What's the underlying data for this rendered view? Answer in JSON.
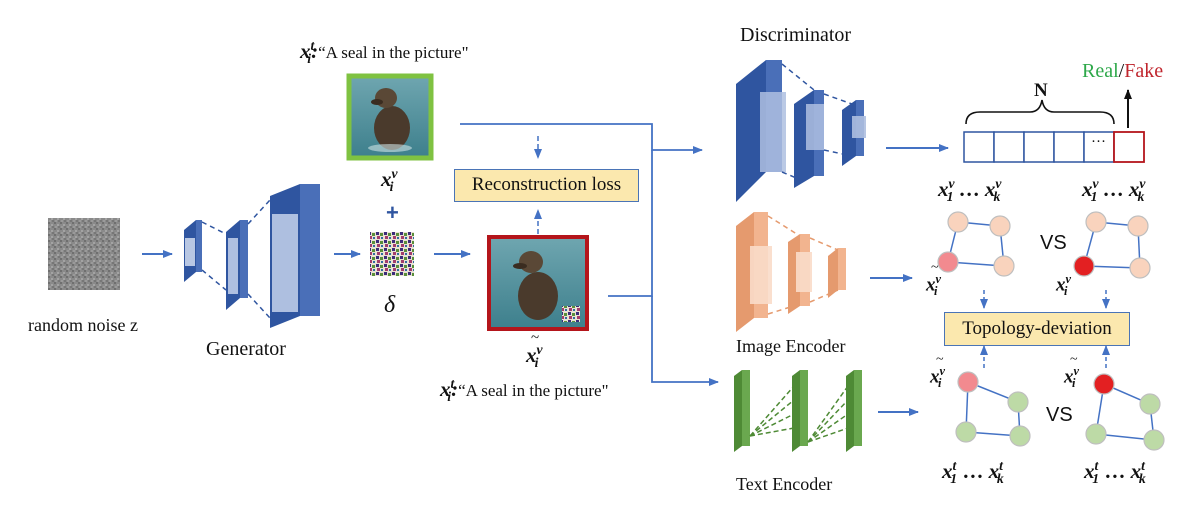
{
  "labels": {
    "random_noise": "random noise z",
    "generator": "Generator",
    "delta": "δ",
    "plus": "+",
    "caption_top": "“A seal in the picture\"",
    "caption_bottom": "“A seal in the picture\"",
    "reconstruction_loss": "Reconstruction loss",
    "discriminator": "Discriminator",
    "image_encoder": "Image Encoder",
    "text_encoder": "Text Encoder",
    "topology_deviation": "Topology-deviation",
    "real": "Real",
    "slash": "/",
    "fake": "Fake",
    "n_label": "N",
    "ellipsis_cells": "···",
    "vs": "VS"
  },
  "math": {
    "x": "x",
    "t": "t",
    "v": "v",
    "i": "i",
    "colon": ":",
    "tilde": "~",
    "one": "1",
    "k": "k",
    "dots": " … "
  },
  "colors": {
    "arrow": "#4472c4",
    "generator_blue": "#4a6fb8",
    "image_encoder_orange": "#f2b48f",
    "text_encoder_green": "#6aa84f",
    "real_green": "#2ea84a",
    "fake_red": "#c0262e",
    "node_peach": "#f9d3bd",
    "node_green": "#bddaa6",
    "node_pink": "#f28a8f",
    "node_red": "#e32022",
    "box_fill": "#fbe8ae",
    "clean_frame": "#7fc241",
    "adv_frame": "#b4151b"
  }
}
